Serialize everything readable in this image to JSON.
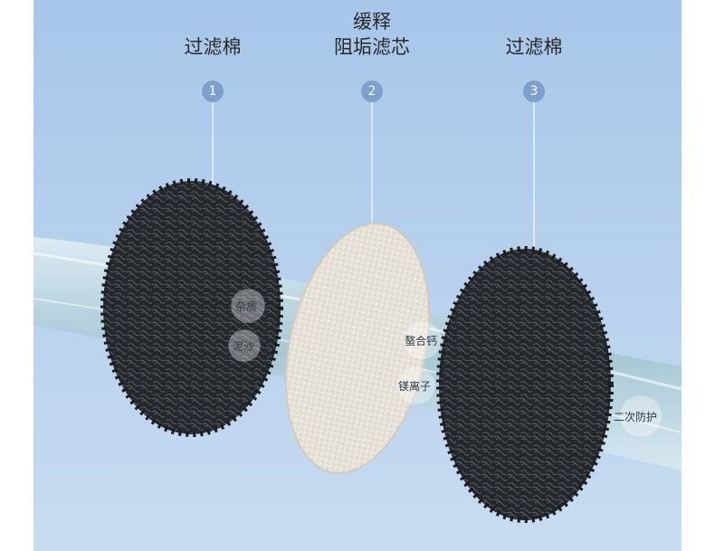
{
  "stages": [
    {
      "number": "1",
      "title": "过滤棉"
    },
    {
      "number": "2",
      "title": "缓释\n阻垢滤芯"
    },
    {
      "number": "3",
      "title": "过滤棉"
    }
  ],
  "bubble_labels": {
    "left_top": "杂质",
    "left_bottom": "泥沙",
    "middle_top": "螯合钙",
    "middle_bottom": "镁离子",
    "right": "二次防护"
  },
  "colors": {
    "sky_top": "#a9c8ea",
    "sky_bottom": "#c9ddf2",
    "badge": "#7d9fcb",
    "sponge": "#1f2226",
    "disc": "#eeeae2"
  }
}
